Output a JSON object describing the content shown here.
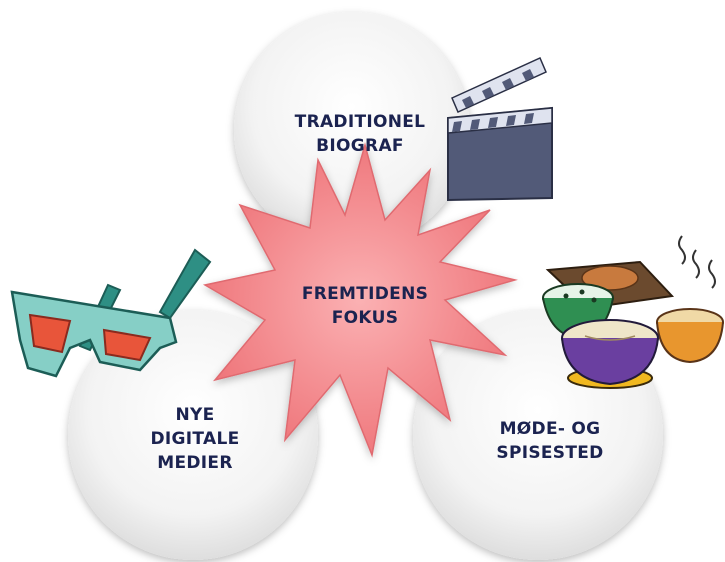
{
  "center": {
    "line1": "FREMTIDENS",
    "line2": "FOKUS"
  },
  "circles": {
    "top": {
      "line1": "TRADITIONEL",
      "line2": "BIOGRAF"
    },
    "left": {
      "line1": "NYE",
      "line2": "DIGITALE",
      "line3": "MEDIER"
    },
    "right": {
      "line1": "MØDE- OG",
      "line2": "SPISESTED"
    }
  },
  "colors": {
    "text": "#1b2350",
    "burst": "#f07f84",
    "circle": "#f2f2f2"
  },
  "icons": [
    "3d-glasses-icon",
    "clapperboard-icon",
    "food-bowls-icon"
  ]
}
